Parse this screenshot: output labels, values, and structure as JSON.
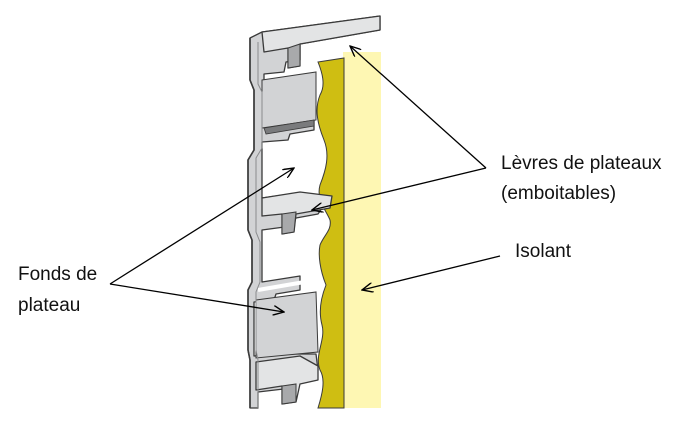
{
  "labels": {
    "levres_line1": "Lèvres de plateaux",
    "levres_line2": "(emboitables)",
    "isolant": "Isolant",
    "fonds_line1": "Fonds de",
    "fonds_line2": "plateau"
  },
  "colors": {
    "tray_face": "#d2d3d5",
    "tray_edge": "#a8a9ab",
    "tray_outline": "#3a3a3a",
    "insulation_light": "#fef7b3",
    "insulation_dark": "#cfbe12",
    "arrow": "#000000"
  }
}
